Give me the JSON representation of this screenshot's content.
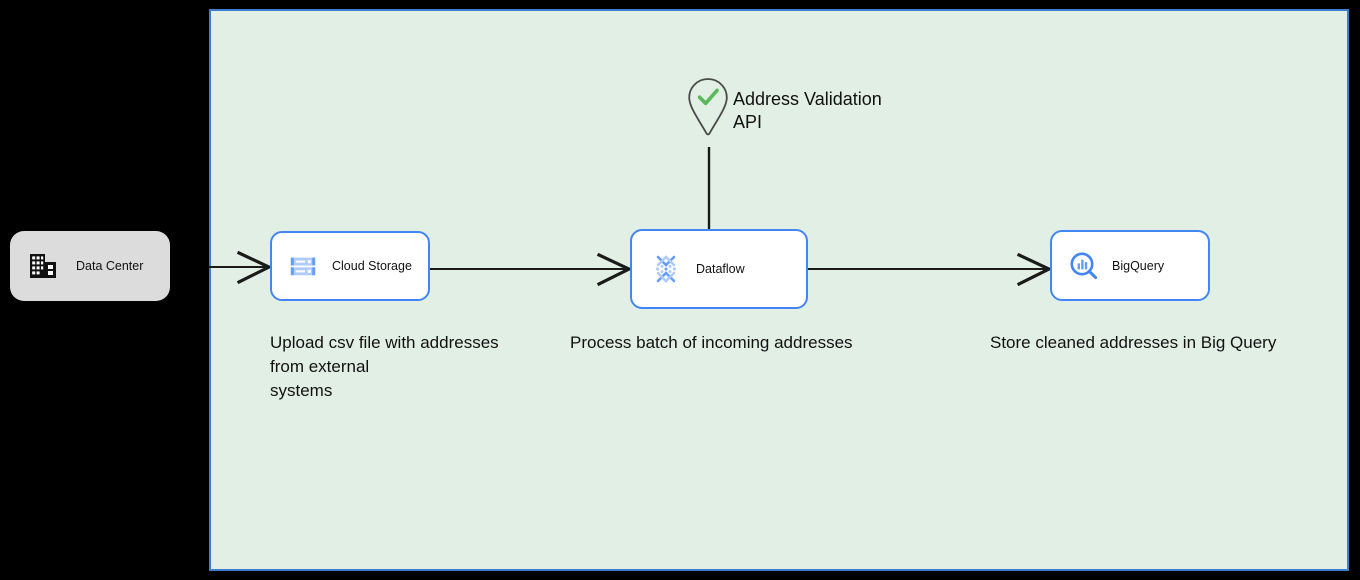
{
  "diagram": {
    "background_color": "#000000",
    "boundary": {
      "name": "cloud-boundary",
      "fill_color": "#e2efe4",
      "border_color": "#3c7fcf"
    }
  },
  "nodes": [
    {
      "id": "data-center",
      "label": "Data Center",
      "icon": "data-center-building-icon",
      "style": "on-premises",
      "fill_color": "#dcdcdc"
    },
    {
      "id": "cloud-storage",
      "label": "Cloud Storage",
      "icon": "cloud-storage-icon",
      "style": "gcp-service",
      "fill_color": "#ffffff",
      "border_color": "#4285f4"
    },
    {
      "id": "dataflow",
      "label": "Dataflow",
      "icon": "dataflow-icon",
      "style": "gcp-service",
      "fill_color": "#ffffff",
      "border_color": "#4285f4"
    },
    {
      "id": "bigquery",
      "label": "BigQuery",
      "icon": "bigquery-icon",
      "style": "gcp-service",
      "fill_color": "#ffffff",
      "border_color": "#4285f4"
    }
  ],
  "external_service": {
    "id": "address-validation-api",
    "label": "Address Validation\nAPI",
    "icon": "map-pin-check-icon",
    "check_color": "#5cb85c"
  },
  "captions": {
    "upload": "Upload csv file with addresses\nfrom external\nsystems",
    "process": "Process batch of incoming addresses",
    "store": "Store cleaned addresses in Big Query"
  },
  "connectors": [
    {
      "id": "data-center-to-cloud-storage",
      "from": "data-center",
      "to": "cloud-storage",
      "arrow": true
    },
    {
      "id": "cloud-storage-to-dataflow",
      "from": "cloud-storage",
      "to": "dataflow",
      "arrow": true
    },
    {
      "id": "dataflow-to-bigquery",
      "from": "dataflow",
      "to": "bigquery",
      "arrow": true
    },
    {
      "id": "address-validation-api-to-dataflow",
      "from": "address-validation-api",
      "to": "dataflow",
      "arrow": false
    }
  ]
}
